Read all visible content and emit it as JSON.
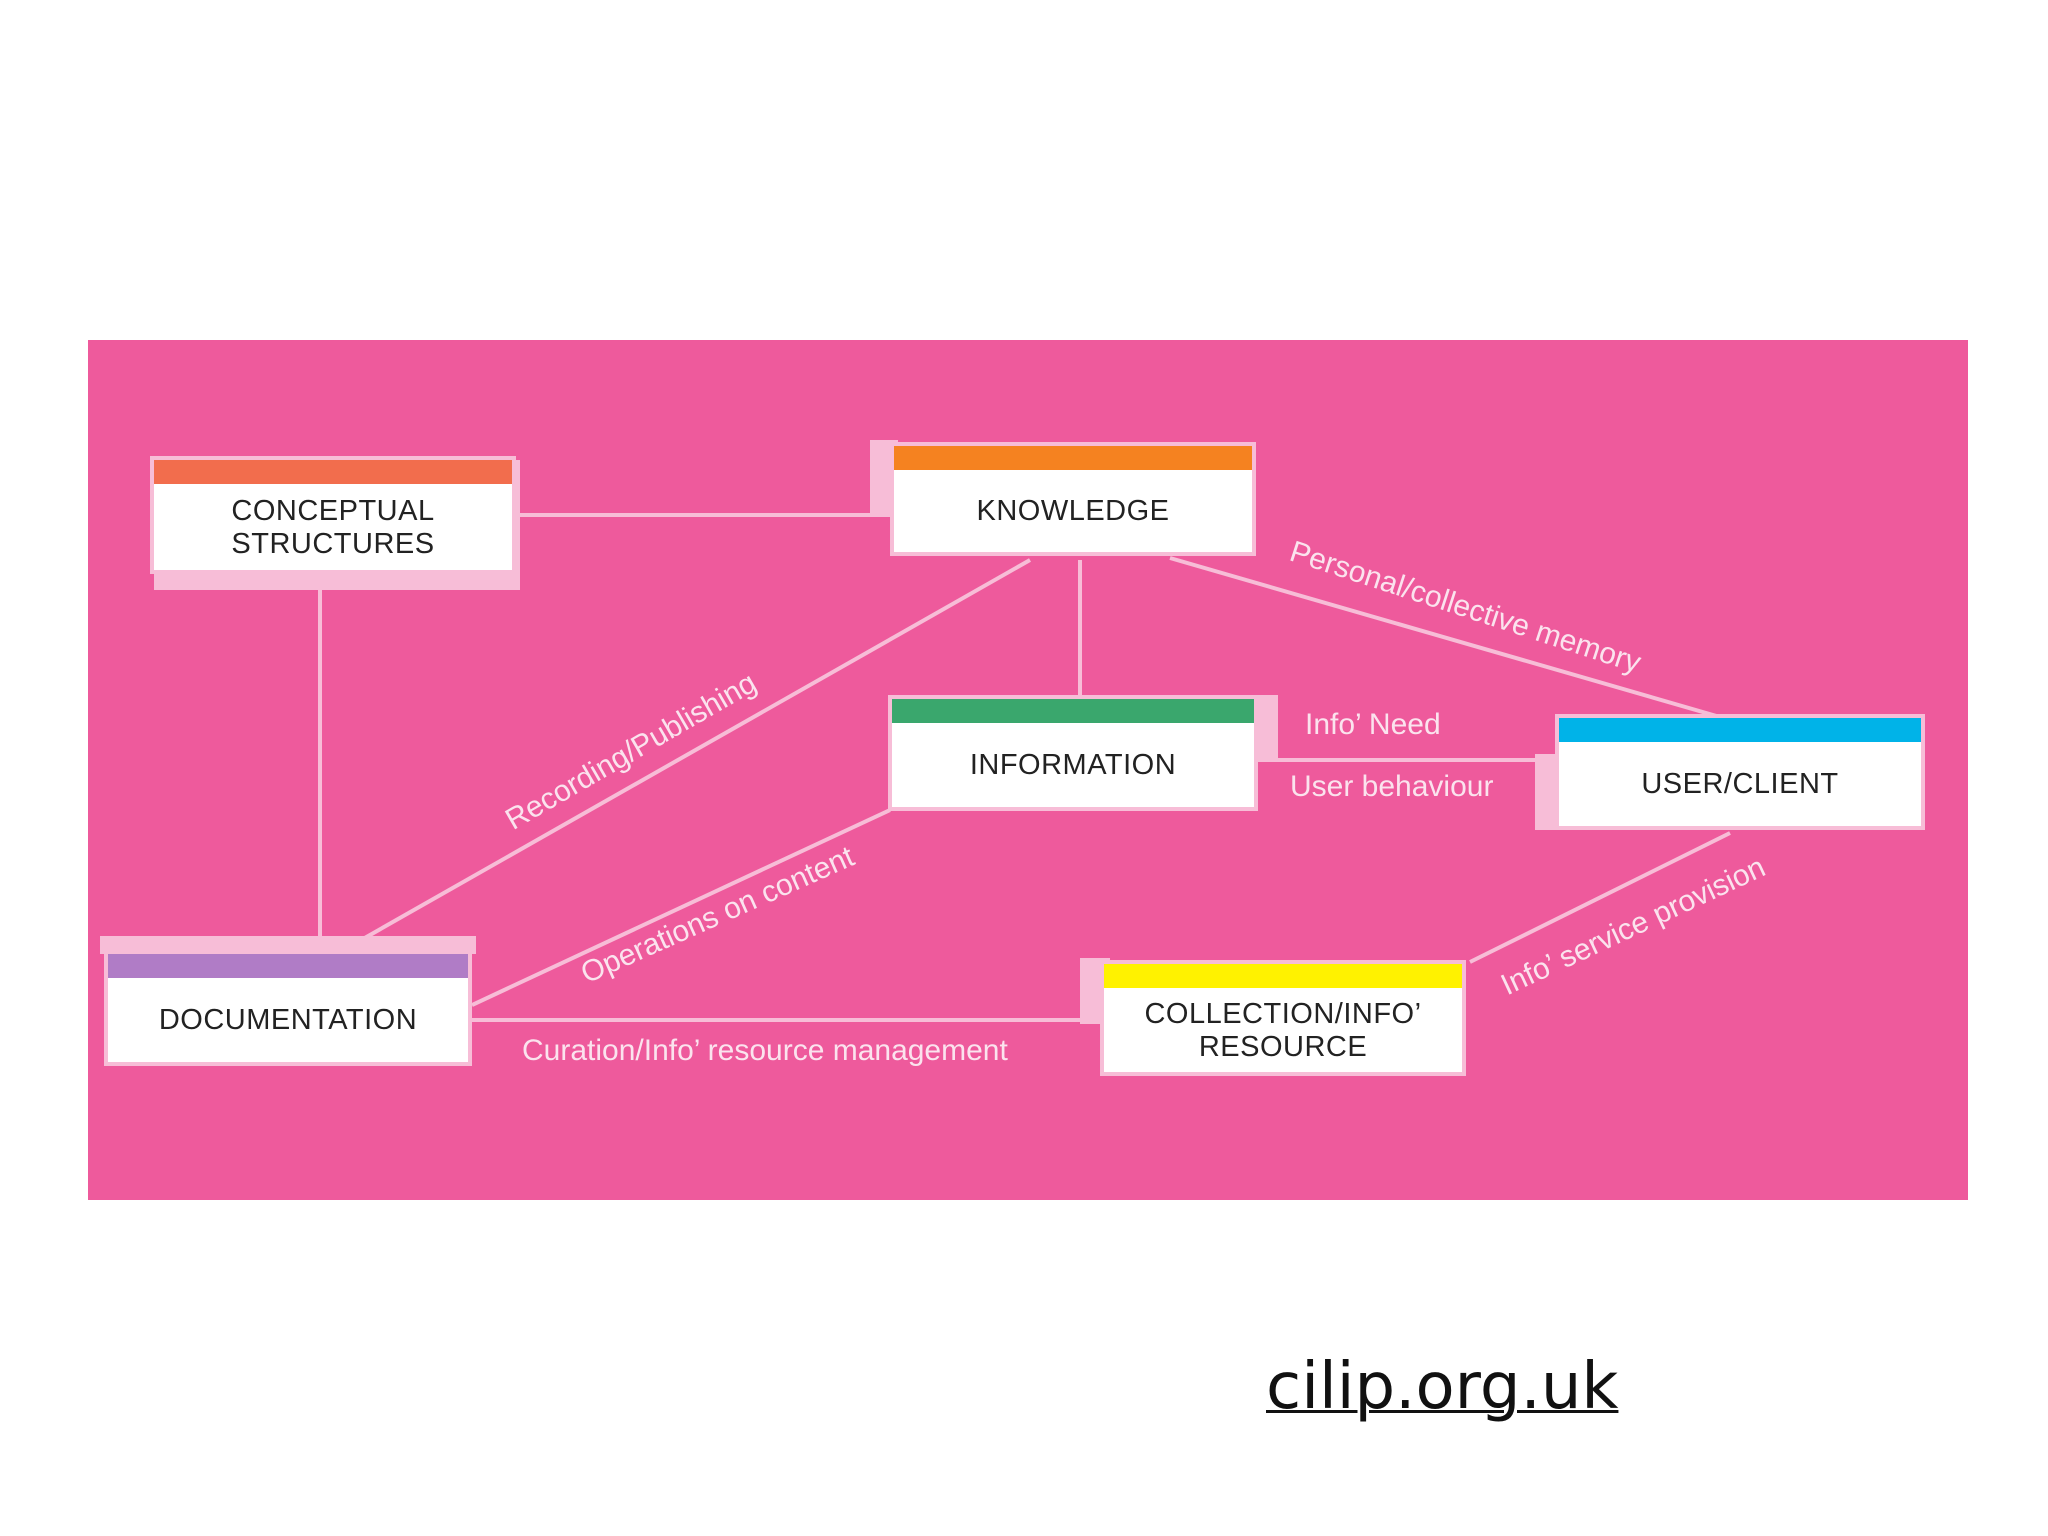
{
  "diagram": {
    "nodes": {
      "conceptual_structures": {
        "label": "CONCEPTUAL\nSTRUCTURES",
        "bar_color": "#f26d4d"
      },
      "knowledge": {
        "label": "KNOWLEDGE",
        "bar_color": "#f58220"
      },
      "information": {
        "label": "INFORMATION",
        "bar_color": "#3aa76d"
      },
      "user_client": {
        "label": "USER/CLIENT",
        "bar_color": "#00b3e8"
      },
      "documentation": {
        "label": "DOCUMENTATION",
        "bar_color": "#b07cc6"
      },
      "collection": {
        "label": "COLLECTION/INFO’\nRESOURCE",
        "bar_color": "#fff200"
      }
    },
    "edges": {
      "recording_publishing": "Recording/Publishing",
      "personal_memory": "Personal/collective memory",
      "info_need": "Info’ Need",
      "user_behaviour": "User behaviour",
      "operations_on_content": "Operations on content",
      "service_provision": "Info’ service provision",
      "curation": "Curation/Info’ resource management"
    }
  },
  "footer": {
    "link_text": "cilip.org.uk"
  },
  "colors": {
    "panel_bg": "#ee5a9c",
    "line": "#f7bdd7"
  }
}
